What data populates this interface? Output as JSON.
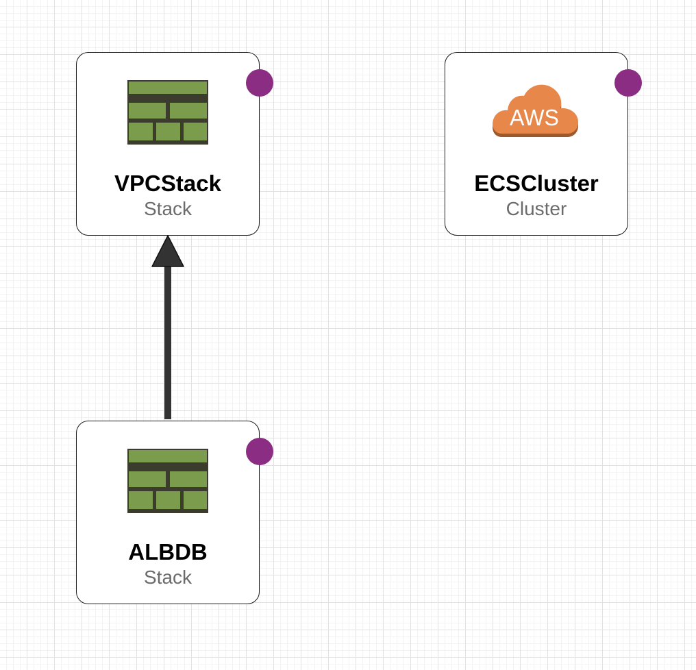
{
  "colors": {
    "status_dot": "#8a2d83",
    "stack_icon": "#7a9c4c",
    "stack_icon_mortar": "#3b3b2e",
    "aws_cloud": "#e8874a",
    "aws_cloud_shadow": "#9c5a2c",
    "edge": "#333333"
  },
  "nodes": [
    {
      "id": "vpc",
      "name": "VPCStack",
      "type": "Stack",
      "icon": "firewall-stack-icon"
    },
    {
      "id": "ecs",
      "name": "ECSCluster",
      "type": "Cluster",
      "icon": "aws-cloud-icon",
      "icon_text": "AWS"
    },
    {
      "id": "albdb",
      "name": "ALBDB",
      "type": "Stack",
      "icon": "firewall-stack-icon"
    }
  ],
  "edges": [
    {
      "from": "ALBDB",
      "to": "VPCStack"
    }
  ]
}
